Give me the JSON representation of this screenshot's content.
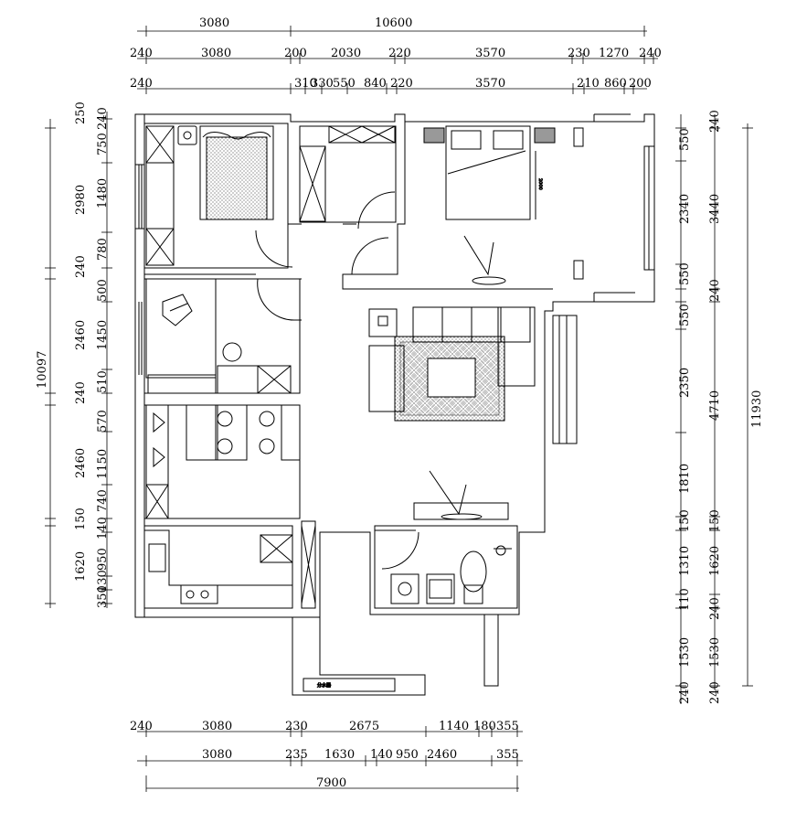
{
  "dimensions": {
    "top_row1": [
      "3080",
      "10600"
    ],
    "top_row2": [
      "240",
      "3080",
      "200",
      "2030",
      "220",
      "3570",
      "230",
      "1270",
      "240"
    ],
    "top_row3": [
      "240",
      "310",
      "330",
      "550",
      "840",
      "220",
      "3570",
      "210",
      "860",
      "200"
    ],
    "left_outer": [
      "250",
      "2980",
      "240",
      "2460",
      "240",
      "2460",
      "150",
      "1620",
      "10097"
    ],
    "left_inner": [
      "240",
      "750",
      "1480",
      "780",
      "500",
      "1450",
      "510",
      "570",
      "1150",
      "740",
      "140",
      "950",
      "130",
      "350"
    ],
    "right_inner": [
      "550",
      "2340",
      "550",
      "550",
      "2350",
      "1810",
      "150",
      "1310",
      "110",
      "1530",
      "240"
    ],
    "right_mid": [
      "240",
      "3440",
      "240",
      "4710",
      "150",
      "1620",
      "240",
      "1530",
      "240"
    ],
    "right_total": [
      "11930"
    ],
    "bottom_row1": [
      "240",
      "3080",
      "230",
      "2675",
      "1140",
      "180",
      "355"
    ],
    "bottom_row2": [
      "3080",
      "235",
      "1630",
      "140",
      "950",
      "2460",
      "355"
    ],
    "bottom_total": [
      "7900"
    ]
  },
  "labels": {
    "bed_dimension": "2000",
    "utility_label": "分水器"
  }
}
